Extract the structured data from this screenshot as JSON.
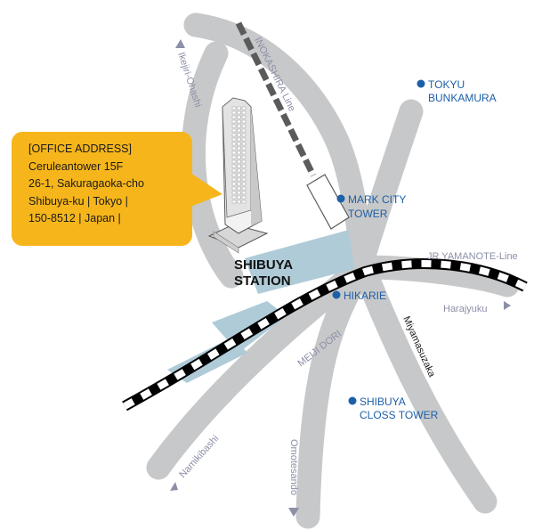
{
  "colors": {
    "road": "#c7c8c9",
    "station_area": "#afcbd7",
    "rail_dark": "#5b5b5b",
    "accent_orange": "#f6b61b",
    "poi_blue": "#1d5fa8",
    "label_grey": "#8c8fa8"
  },
  "office": {
    "heading": "[OFFICE ADDRESS]",
    "lines": [
      "Ceruleantower 15F",
      "26-1, Sakuragaoka-cho",
      "Shibuya-ku | Tokyo |",
      "150-8512 | Japan |"
    ]
  },
  "station": {
    "line1": "SHIBUYA",
    "line2": "STATION"
  },
  "railways": {
    "inokashira": "INOKASHIRA Line",
    "yamanote": "JR YAMANOTE-Line"
  },
  "roads": {
    "ikejiri": "Ikejiri-Ohashi",
    "meiji": "MEIJI DORI",
    "miyamasuzaka": "Miyamasuzaka",
    "namikibashi": "Namikibashi",
    "omotesando": "Omotesando",
    "harajyuku": "Harajyuku"
  },
  "landmarks": {
    "tokyu": [
      "TOKYU",
      "BUNKAMURA"
    ],
    "markcity": [
      "MARK CITY",
      "TOWER"
    ],
    "hikarie": "HIKARIE",
    "closs": [
      "SHIBUYA",
      "CLOSS TOWER"
    ]
  }
}
